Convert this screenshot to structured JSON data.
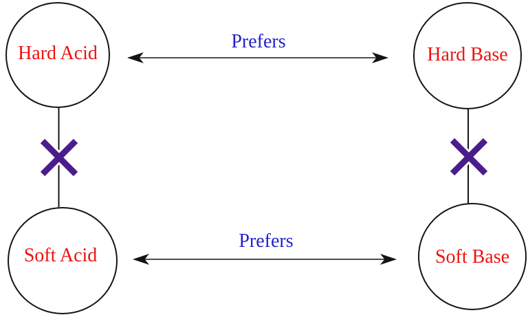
{
  "diagram": {
    "nodes": [
      {
        "id": "hard-acid",
        "label": "Hard Acid"
      },
      {
        "id": "hard-base",
        "label": "Hard Base"
      },
      {
        "id": "soft-acid",
        "label": "Soft Acid"
      },
      {
        "id": "soft-base",
        "label": "Soft Base"
      }
    ],
    "edges": [
      {
        "from": "hard-acid",
        "to": "hard-base",
        "style": "double-arrow",
        "label": "Prefers"
      },
      {
        "from": "soft-acid",
        "to": "soft-base",
        "style": "double-arrow",
        "label": "Prefers"
      },
      {
        "from": "hard-acid",
        "to": "soft-acid",
        "style": "line-crossed-out",
        "label": ""
      },
      {
        "from": "hard-base",
        "to": "soft-base",
        "style": "line-crossed-out",
        "label": ""
      }
    ],
    "colors": {
      "node_label": "#ee1111",
      "edge_label": "#2222cc",
      "cross": "#4a1d8a",
      "stroke": "#141414"
    }
  }
}
